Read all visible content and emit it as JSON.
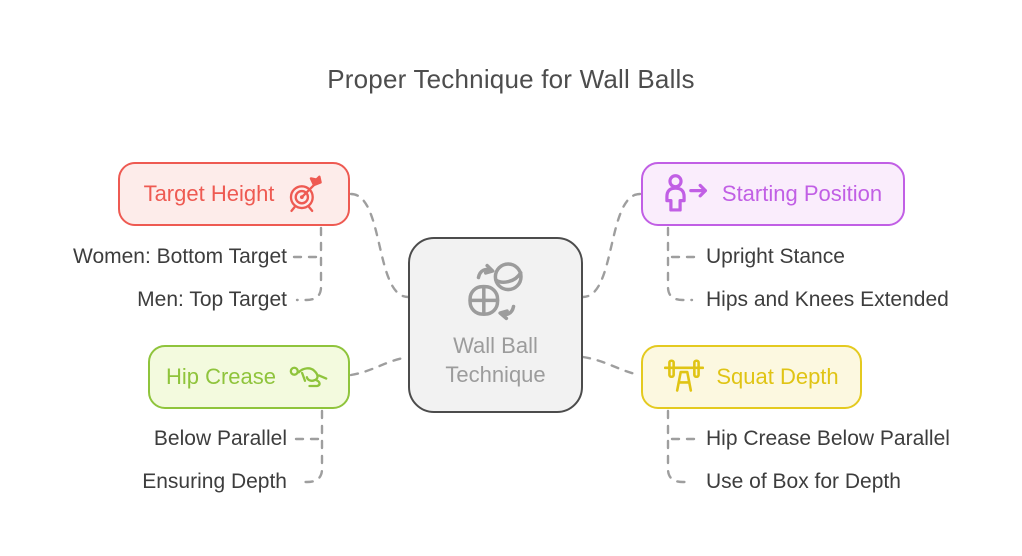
{
  "title": "Proper Technique for Wall Balls",
  "center": {
    "label_line1": "Wall Ball",
    "label_line2": "Technique",
    "icon": "wall-balls-swap-icon"
  },
  "branches": {
    "target_height": {
      "label": "Target Height",
      "icon": "dartboard-arrow-icon",
      "accent": "#ee5a52",
      "background": "#fdecea",
      "items": [
        "Women: Bottom Target",
        "Men: Top Target"
      ]
    },
    "starting_position": {
      "label": "Starting Position",
      "icon": "person-forward-arrow-icon",
      "accent": "#c15fe5",
      "background": "#faedfc",
      "items": [
        "Upright Stance",
        "Hips and Knees Extended"
      ]
    },
    "hip_crease": {
      "label": "Hip Crease",
      "icon": "crouched-figure-icon",
      "accent": "#8fc43c",
      "background": "#f3fade",
      "items": [
        "Below Parallel",
        "Ensuring Depth"
      ]
    },
    "squat_depth": {
      "label": "Squat Depth",
      "icon": "barbell-squat-icon",
      "accent": "#e0c414",
      "background": "#fcf8e0",
      "items": [
        "Hip Crease Below Parallel",
        "Use of Box for Depth"
      ]
    }
  },
  "colors": {
    "connector": "#9e9e9e",
    "title_text": "#4d4d4d",
    "item_text": "#3d3d3d",
    "center_border": "#4c4c4c",
    "center_background": "#f2f2f2",
    "center_text": "#9c9c9c"
  }
}
